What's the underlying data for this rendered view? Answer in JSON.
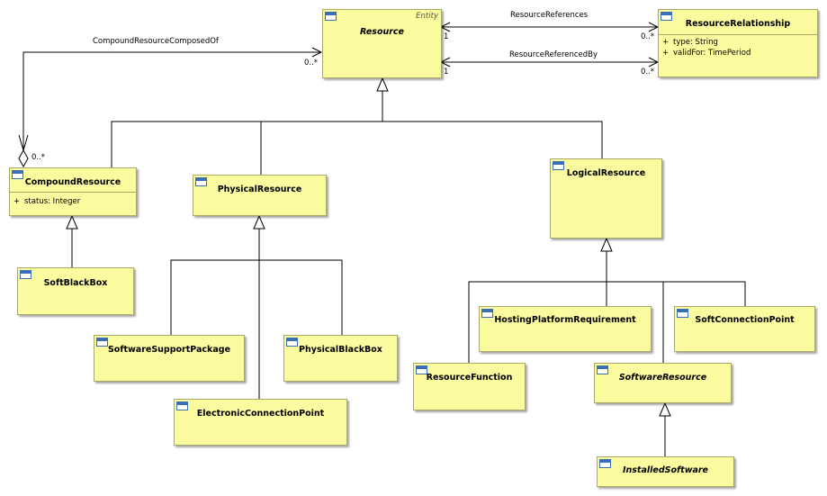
{
  "classes": {
    "resource": {
      "name": "Resource",
      "stereotype": "Entity"
    },
    "resource_relationship": {
      "name": "ResourceRelationship",
      "attributes": [
        {
          "vis": "+",
          "text": "type: String"
        },
        {
          "vis": "+",
          "text": "validFor: TimePeriod"
        }
      ]
    },
    "compound_resource": {
      "name": "CompoundResource",
      "attributes": [
        {
          "vis": "+",
          "text": "status: Integer"
        }
      ]
    },
    "physical_resource": {
      "name": "PhysicalResource"
    },
    "logical_resource": {
      "name": "LogicalResource"
    },
    "soft_black_box": {
      "name": "SoftBlackBox"
    },
    "software_support_package": {
      "name": "SoftwareSupportPackage"
    },
    "physical_black_box": {
      "name": "PhysicalBlackBox"
    },
    "electronic_connection_point": {
      "name": "ElectronicConnectionPoint"
    },
    "hosting_platform_requirement": {
      "name": "HostingPlatformRequirement"
    },
    "soft_connection_point": {
      "name": "SoftConnectionPoint"
    },
    "resource_function": {
      "name": "ResourceFunction"
    },
    "software_resource": {
      "name": "SoftwareResource"
    },
    "installed_software": {
      "name": "InstalledSoftware"
    }
  },
  "associations": {
    "resource_references": {
      "label": "ResourceReferences",
      "source_mult": "1",
      "target_mult": "0..*"
    },
    "resource_referenced_by": {
      "label": "ResourceReferencedBy",
      "source_mult": "1",
      "target_mult": "0..*"
    },
    "compound_composed_of": {
      "label": "CompoundResourceComposedOf",
      "part_mult": "0..*",
      "whole_mult": "0..*"
    }
  }
}
